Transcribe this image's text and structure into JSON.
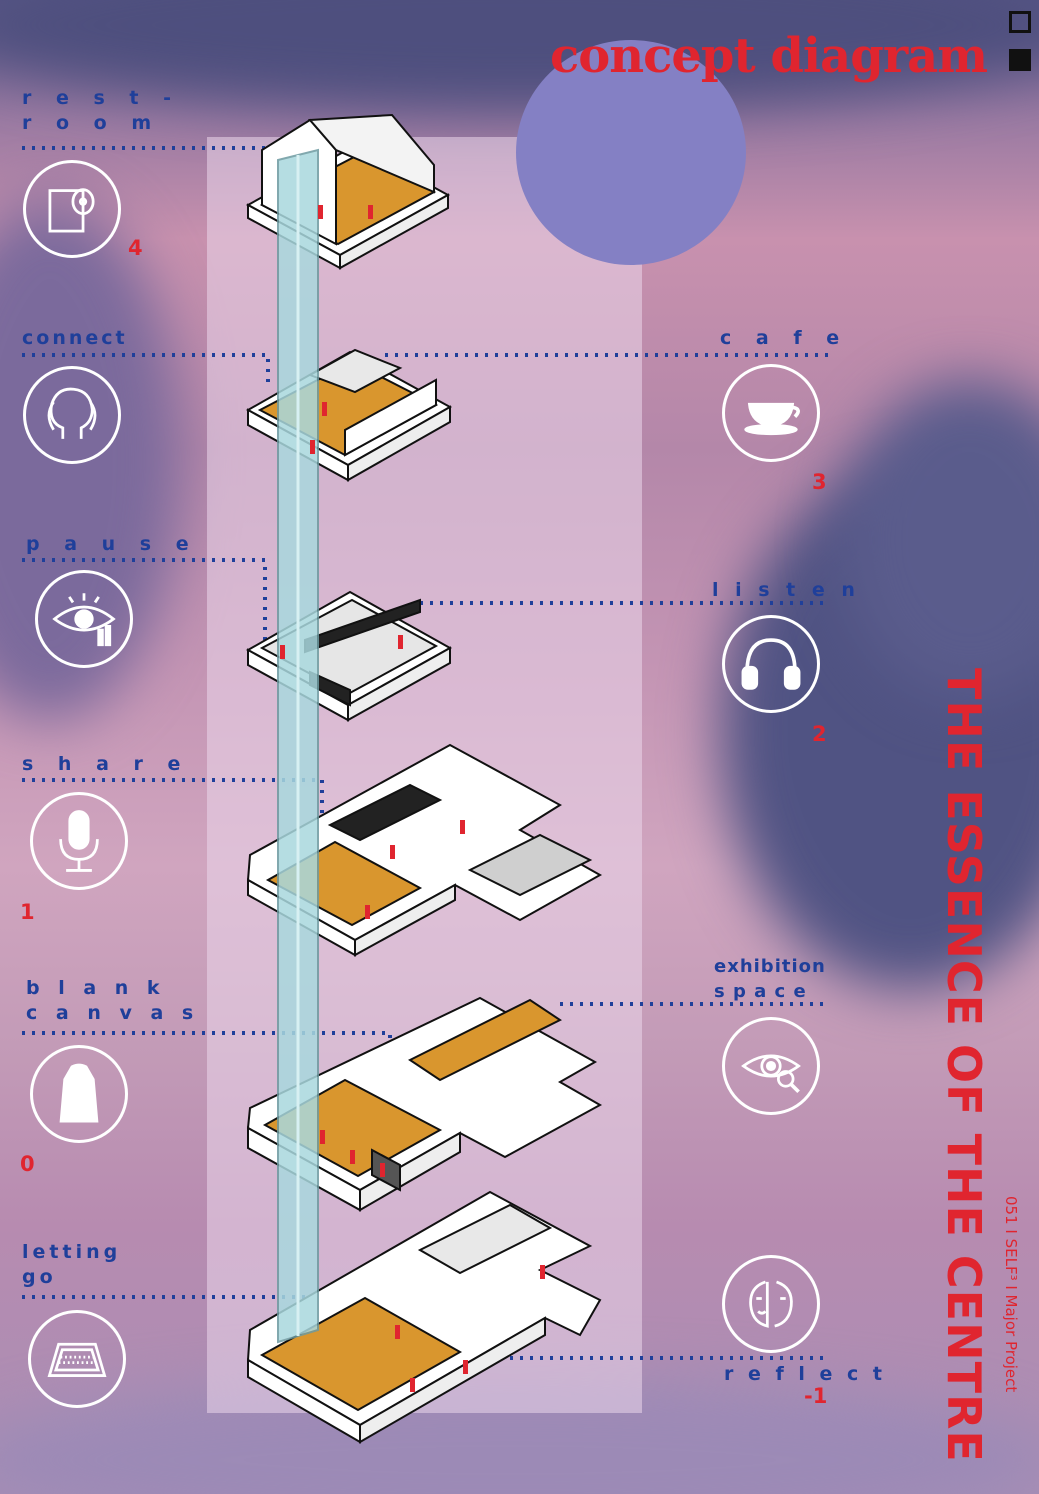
{
  "title": "concept diagram",
  "vertical_title": "THE ESSENCE OF THE CENTRE",
  "vertical_subtitle": "051 I SELF³ I Major Project",
  "left_labels": {
    "restroom": "r e s t -\nr o o m",
    "connect": "connect",
    "pause": "p a u s e",
    "share": "s h a r e",
    "blank_canvas": "b l a n k\nc a n v a s",
    "letting_go": "letting\ngo"
  },
  "right_labels": {
    "cafe": "c a f e",
    "listen": "l i s t e n",
    "exhibition_space": "exhibition\ns p a c e",
    "reflect": "r e f l e c t"
  },
  "level_numbers": {
    "l4": "4",
    "l3": "3",
    "l2": "2",
    "l1": "1",
    "l0": "0",
    "lm1": "-1"
  },
  "icons": {
    "restroom": "toilet-paper-icon",
    "connect": "two-heads-icon",
    "pause": "eye-icon",
    "share": "microphone-icon",
    "blank_canvas": "robe-icon",
    "letting_go": "mat-icon",
    "cafe": "coffee-cup-icon",
    "listen": "headphones-icon",
    "exhibition_space": "eye-magnifier-icon",
    "reflect": "faces-icon"
  },
  "colors": {
    "accent_red": "#e0252f",
    "label_blue": "#1f3f9a",
    "floor_orange": "#d9962e",
    "shaft_cyan": "#a9d8de"
  }
}
